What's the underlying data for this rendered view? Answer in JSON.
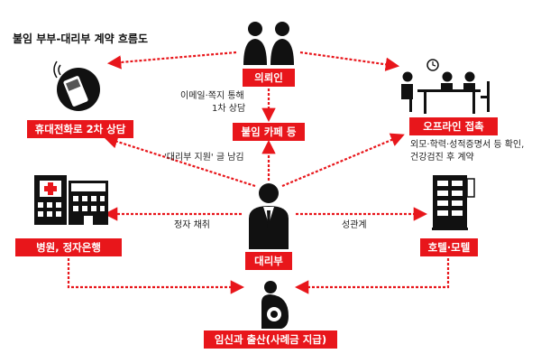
{
  "title": "불임 부부-대리부 계약 흐름도",
  "nodes": {
    "client": "의뢰인",
    "phone": "휴대전화로 2차 상담",
    "cafe": "불임 카페 등",
    "offline": "오프라인 접촉",
    "surrogate": "대리부",
    "hospital": "병원, 정자은행",
    "hotel": "호텔·모텔",
    "birth": "임신과 출산(사례금 지급)"
  },
  "notes": {
    "email_1": "이메일·쪽지 통해",
    "email_2": "1차 상담",
    "post": "'대리부 지원' 글 남김",
    "verify_1": "외모·학력·성적증명서 등 확인,",
    "verify_2": "건강검진 후 계약",
    "sperm": "정자 채취",
    "sex": "성관계"
  },
  "colors": {
    "accent": "#e8161b",
    "icon": "#111111"
  },
  "icons": [
    "couple-icon",
    "phone-icon",
    "meeting-icon",
    "surrogate-icon",
    "hospital-icon",
    "hotel-icon",
    "pregnant-icon"
  ]
}
